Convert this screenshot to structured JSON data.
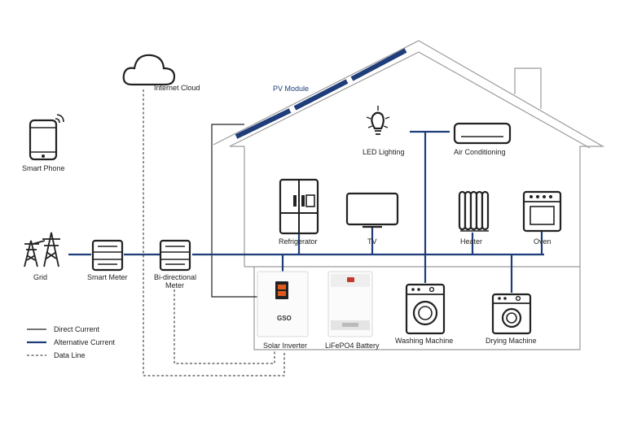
{
  "diagram": {
    "title": "",
    "labels": {
      "pv_module": "PV Module",
      "internet_cloud": "Internet Cloud",
      "smart_phone": "Smart Phone",
      "led_lighting": "LED Lighting",
      "air_conditioning": "Air Conditioning",
      "refrigerator": "Refrigerator",
      "tv": "TV",
      "heater": "Heater",
      "oven": "Oven",
      "grid": "Grid",
      "smart_meter": "Smart Meter",
      "bidirectional_meter_line1": "Bi-directional",
      "bidirectional_meter_line2": "Meter",
      "solar_inverter": "Solar Inverter",
      "battery": "LiFePO4 Battery",
      "washing_machine": "Washing Machine",
      "drying_machine": "Drying Machine",
      "inverter_brand": "GSO"
    },
    "legend": [
      {
        "label": "Direct Current",
        "style": "solid-thin",
        "color": "#222222"
      },
      {
        "label": "Alternative Current",
        "style": "solid-thick",
        "color": "#1f3d7a"
      },
      {
        "label": "Data Line",
        "style": "dashed",
        "color": "#222222"
      }
    ],
    "colors": {
      "ac_line": "#1f3d7a",
      "dc_line": "#222222",
      "house_outline": "#9a9a9a",
      "pv_panel": "#1f3d7a",
      "inverter_display": "#e05a1e"
    }
  }
}
